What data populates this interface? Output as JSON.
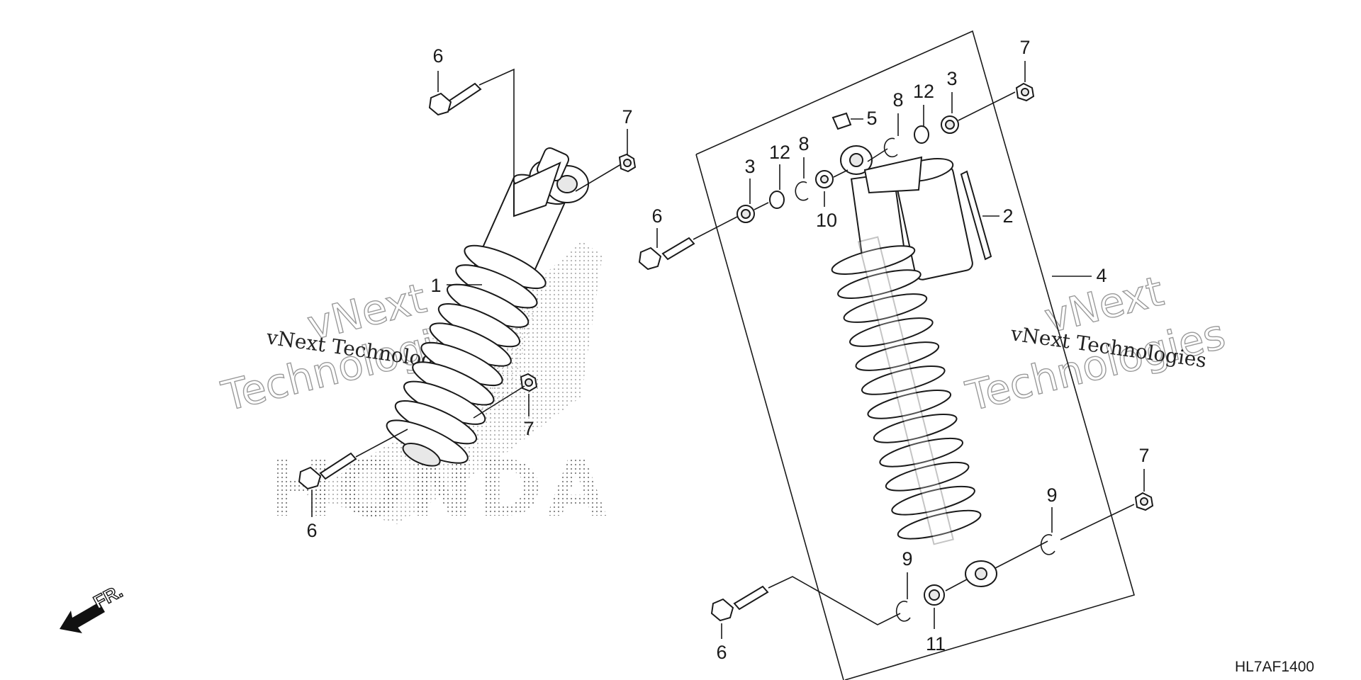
{
  "diagram": {
    "part_code": "HL7AF1400",
    "front_label": "FR.",
    "watermarks": {
      "small_text": "vNext Technologies",
      "big_line1": "vNext",
      "big_line2": "Technologies",
      "brand": "HONDA"
    },
    "callouts": [
      {
        "id": "c6a",
        "label": "6"
      },
      {
        "id": "c7a",
        "label": "7"
      },
      {
        "id": "c1",
        "label": "1"
      },
      {
        "id": "c7b",
        "label": "7"
      },
      {
        "id": "c6b",
        "label": "6"
      },
      {
        "id": "c6c",
        "label": "6"
      },
      {
        "id": "c3a",
        "label": "3"
      },
      {
        "id": "c12a",
        "label": "12"
      },
      {
        "id": "c8a",
        "label": "8"
      },
      {
        "id": "c10",
        "label": "10"
      },
      {
        "id": "c5",
        "label": "5"
      },
      {
        "id": "c8b",
        "label": "8"
      },
      {
        "id": "c12b",
        "label": "12"
      },
      {
        "id": "c3b",
        "label": "3"
      },
      {
        "id": "c7c",
        "label": "7"
      },
      {
        "id": "c2",
        "label": "2"
      },
      {
        "id": "c4",
        "label": "4"
      },
      {
        "id": "c7d",
        "label": "7"
      },
      {
        "id": "c9a",
        "label": "9"
      },
      {
        "id": "c9b",
        "label": "9"
      },
      {
        "id": "c6d",
        "label": "6"
      },
      {
        "id": "c11",
        "label": "11"
      }
    ]
  }
}
